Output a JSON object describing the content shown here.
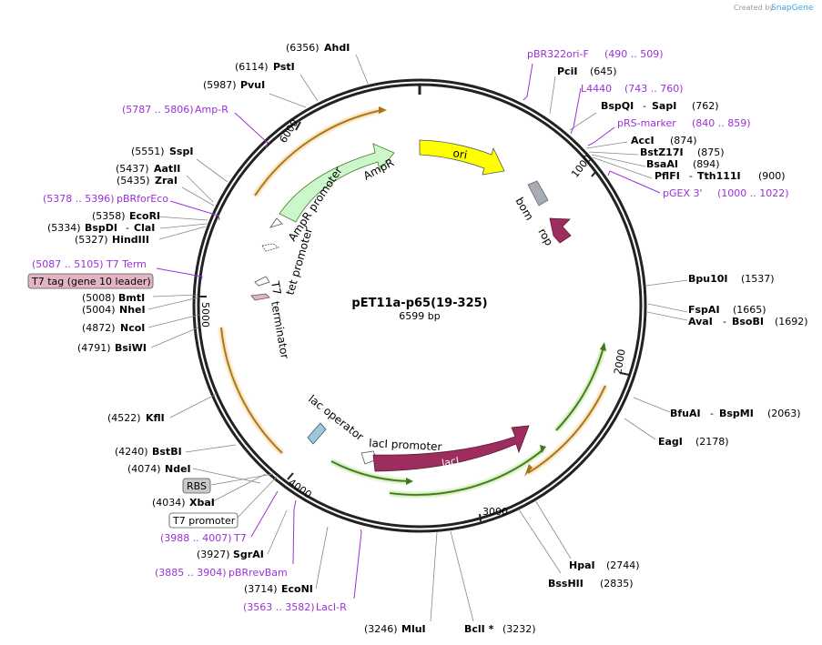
{
  "header": {
    "credit_prefix": "Created by",
    "credit_brand": "SnapGene"
  },
  "plasmid": {
    "name": "pET11a-p65(19-325)",
    "length": "6599 bp"
  },
  "ticks": [
    "1000",
    "2000",
    "3000",
    "4000",
    "5000",
    "6000"
  ],
  "enzymes_right": [
    {
      "name": "PciI",
      "pos": "(645)"
    },
    {
      "name": "BspQI",
      "sep": "-",
      "name2": "SapI",
      "pos": "(762)"
    },
    {
      "name": "AccI",
      "pos": "(874)"
    },
    {
      "name": "BstZ17I",
      "pos": "(875)"
    },
    {
      "name": "BsaAI",
      "pos": "(894)"
    },
    {
      "name": "PflFI",
      "sep": "-",
      "name2": "Tth111I",
      "pos": "(900)"
    },
    {
      "name": "Bpu10I",
      "pos": "(1537)"
    },
    {
      "name": "FspAI",
      "pos": "(1665)"
    },
    {
      "name": "AvaI",
      "sep": "-",
      "name2": "BsoBI",
      "pos": "(1692)"
    },
    {
      "name": "BfuAI",
      "sep": "-",
      "name2": "BspMI",
      "pos": "(2063)"
    },
    {
      "name": "EagI",
      "pos": "(2178)"
    },
    {
      "name": "HpaI",
      "pos": "(2744)"
    },
    {
      "name": "BssHII",
      "pos": "(2835)"
    },
    {
      "name": "BclI *",
      "pos": "(3232)"
    }
  ],
  "enzymes_left": [
    {
      "name": "AhdI",
      "pos": "(6356)"
    },
    {
      "name": "PstI",
      "pos": "(6114)"
    },
    {
      "name": "PvuI",
      "pos": "(5987)"
    },
    {
      "name": "SspI",
      "pos": "(5551)"
    },
    {
      "name": "AatII",
      "pos": "(5437)"
    },
    {
      "name": "ZraI",
      "pos": "(5435)"
    },
    {
      "name": "EcoRI",
      "pos": "(5358)"
    },
    {
      "name": "BspDI",
      "sep": "-",
      "name2": "ClaI",
      "pos": "(5334)"
    },
    {
      "name": "HindIII",
      "pos": "(5327)"
    },
    {
      "name": "BmtI",
      "pos": "(5008)"
    },
    {
      "name": "NheI",
      "pos": "(5004)"
    },
    {
      "name": "NcoI",
      "pos": "(4872)"
    },
    {
      "name": "BsiWI",
      "pos": "(4791)"
    },
    {
      "name": "KflI",
      "pos": "(4522)"
    },
    {
      "name": "BstBI",
      "pos": "(4240)"
    },
    {
      "name": "NdeI",
      "pos": "(4074)"
    },
    {
      "name": "XbaI",
      "pos": "(4034)"
    },
    {
      "name": "SgrAI",
      "pos": "(3927)"
    },
    {
      "name": "EcoNI",
      "pos": "(3714)"
    },
    {
      "name": "MluI",
      "pos": "(3246)"
    }
  ],
  "primers": [
    {
      "name": "pBR322ori-F",
      "range": "(490 .. 509)"
    },
    {
      "name": "L4440",
      "range": "(743 .. 760)"
    },
    {
      "name": "pRS-marker",
      "range": "(840 .. 859)"
    },
    {
      "name": "pGEX 3'",
      "range": "(1000 .. 1022)"
    },
    {
      "name": "Amp-R",
      "range": "(5787 .. 5806)"
    },
    {
      "name": "pBRforEco",
      "range": "(5378 .. 5396)"
    },
    {
      "name": "T7 Term",
      "range": "(5087 .. 5105)"
    },
    {
      "name": "T7",
      "range": "(3988 .. 4007)"
    },
    {
      "name": "pBRrevBam",
      "range": "(3885 .. 3904)"
    },
    {
      "name": "LacI-R",
      "range": "(3563 .. 3582)"
    }
  ],
  "boxed_labels": {
    "t7tag": "T7 tag (gene 10 leader)",
    "rbs": "RBS",
    "t7promoter": "T7 promoter"
  },
  "features": {
    "ori": "ori",
    "bom": "bom",
    "rop": "rop",
    "ampr": "AmpR",
    "ampr_promoter": "AmpR promoter",
    "tet_promoter": "tet promoter",
    "t7_terminator_1": "T7",
    "t7_terminator_2": "terminator",
    "lac_operator": "lac operator",
    "laci_promoter": "lacI promoter",
    "laci": "lacI"
  },
  "colors": {
    "ori": "#ffff00",
    "rop": "#9c2d5e",
    "laci": "#9c2d5e",
    "ampr": "#ccf7cc",
    "bom": "#a7adb2",
    "primer": "#9b30d9",
    "orf_orange": "#e3a021",
    "orf_green": "#7cc130",
    "t7tag_box": "#e3b5c3"
  }
}
